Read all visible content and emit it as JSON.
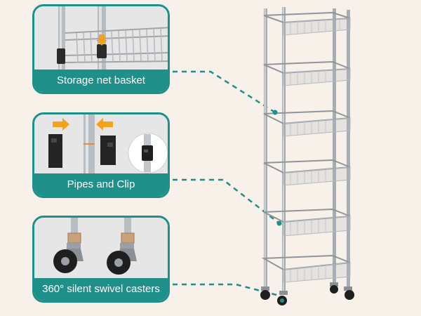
{
  "features": [
    {
      "caption": "Storage net basket",
      "icon": "storage-net-basket-closeup"
    },
    {
      "caption": "Pipes and Clip",
      "icon": "pipe-clip-closeup"
    },
    {
      "caption": "360° silent swivel casters",
      "icon": "swivel-caster-closeup"
    }
  ],
  "colors": {
    "accent": "#1f8f8a",
    "arrow": "#f5a21b",
    "background": "#f7f1e9",
    "chrome": "#9aa0a6"
  }
}
